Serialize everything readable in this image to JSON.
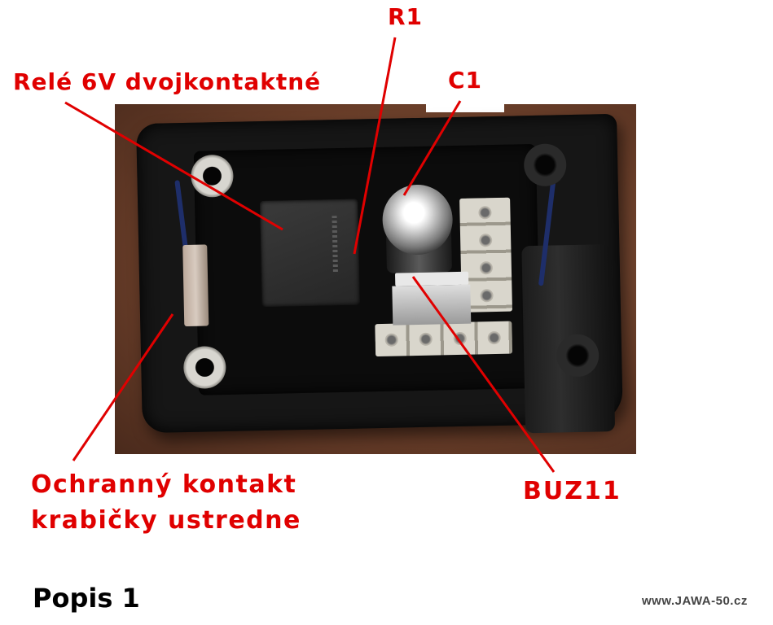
{
  "labels": {
    "r1": "R1",
    "c1": "C1",
    "rele": "Relé 6V dvojkontaktné",
    "ochranny_line1": "Ochranný kontakt",
    "ochranny_line2": "krabičky ustredne",
    "buz11": "BUZ11"
  },
  "caption": "Popis 1",
  "watermark": "www.JAWA-50.cz",
  "colors": {
    "label_red": "#e00000",
    "caption": "#000000",
    "watermark": "#444444"
  }
}
